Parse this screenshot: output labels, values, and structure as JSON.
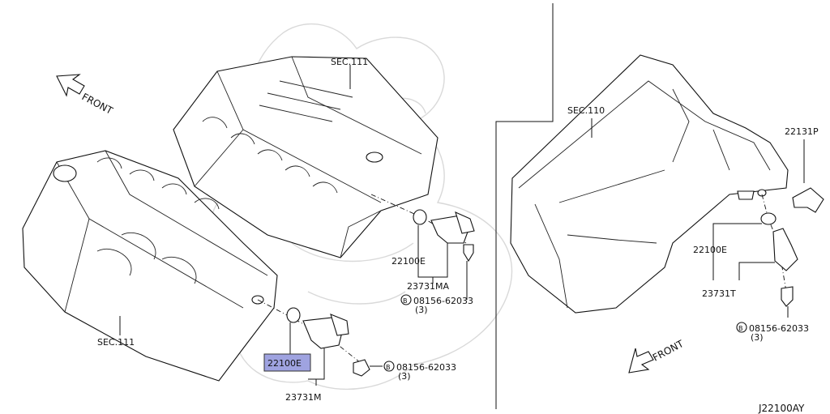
{
  "diagram_id": "J22100AY",
  "highlight_color": "#9fa3e0",
  "front_label": "FRONT",
  "left": {
    "sec_top": "SEC.111",
    "sec_bottom": "SEC.111",
    "upper_assembly": {
      "oring": "22100E",
      "sensor": "23731MA",
      "bolt_prefix": "B",
      "bolt": "08156-62033",
      "bolt_qty": "(3)"
    },
    "lower_assembly": {
      "oring": "22100E",
      "sensor": "23731M",
      "bolt_prefix": "B",
      "bolt": "08156-62033",
      "bolt_qty": "(3)"
    }
  },
  "right": {
    "sec": "SEC.110",
    "bracket": "22131P",
    "oring": "22100E",
    "sensor": "23731T",
    "bolt_prefix": "B",
    "bolt": "08156-62033",
    "bolt_qty": "(3)"
  }
}
